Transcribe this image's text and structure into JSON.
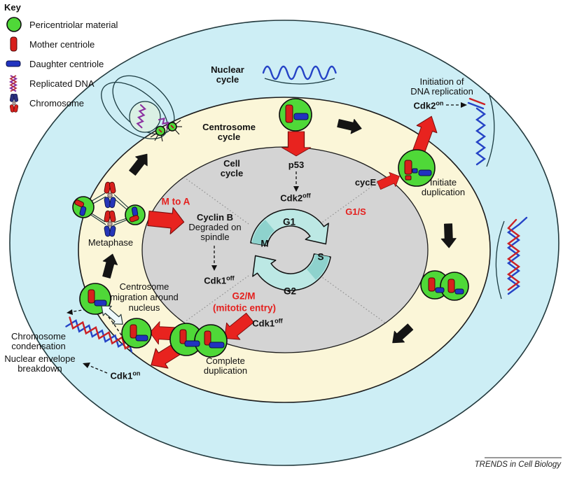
{
  "colors": {
    "outer_ring": "#cdeef5",
    "middle_ring": "#fbf6d8",
    "inner_region": "#d4d4d4",
    "pericentriolar_green": "#4fd838",
    "mother_centriole_red": "#d8201c",
    "daughter_centriole_blue": "#2133c0",
    "arrow_red": "#e8231f",
    "cycle_arrow_teal": "#bce8e4",
    "cycle_arrow_dark": "#8ed2cd",
    "checkpoint_red": "#e4201e",
    "dna_blue": "#2543c6",
    "dna_red": "#cc2125",
    "dna_purple": "#8b2fa0"
  },
  "key": {
    "title": "Key",
    "items": [
      {
        "label": "Pericentriolar material"
      },
      {
        "label": "Mother centriole"
      },
      {
        "label": "Daughter centriole"
      },
      {
        "label": "Replicated DNA"
      },
      {
        "label": "Chromosome"
      }
    ]
  },
  "cycles": {
    "nuclear": [
      "Nuclear",
      "cycle"
    ],
    "centrosome": [
      "Centrosome",
      "cycle"
    ],
    "cell": [
      "Cell",
      "cycle"
    ]
  },
  "phases": {
    "g1": "G1",
    "s": "S",
    "g2": "G2",
    "m": "M"
  },
  "checkpoints": {
    "g1s": "G1/S",
    "g2m": "G2/M",
    "g2m_sub": "(mitotic entry)",
    "m_to_a": "M to A"
  },
  "regulators": {
    "p53": "p53",
    "cdk2off": {
      "base": "Cdk2",
      "sup": "off"
    },
    "cdk2on": {
      "base": "Cdk2",
      "sup": "on"
    },
    "cyce": "cycE",
    "cyclin_b": {
      "title": "Cyclin B",
      "desc": [
        "Degraded on",
        "spindle"
      ]
    },
    "cdk1off_spindle": {
      "base": "Cdk1",
      "sup": "off"
    },
    "cdk1off_entry": {
      "base": "Cdk1",
      "sup": "off"
    },
    "cdk1on": {
      "base": "Cdk1",
      "sup": "on"
    }
  },
  "events": {
    "initiation_dna": [
      "Initiation of",
      "DNA replication"
    ],
    "initiate_duplication": [
      "Initiate",
      "duplication"
    ],
    "complete_duplication": [
      "Complete",
      "duplication"
    ],
    "migration": [
      "Centrosome",
      "migration around",
      "nucleus"
    ],
    "metaphase": "Metaphase",
    "chromosome_condensation": [
      "Chromosome",
      "condensation"
    ],
    "envelope_breakdown": [
      "Nuclear envelope",
      "breakdown"
    ]
  },
  "credit": "TRENDS in Cell Biology"
}
